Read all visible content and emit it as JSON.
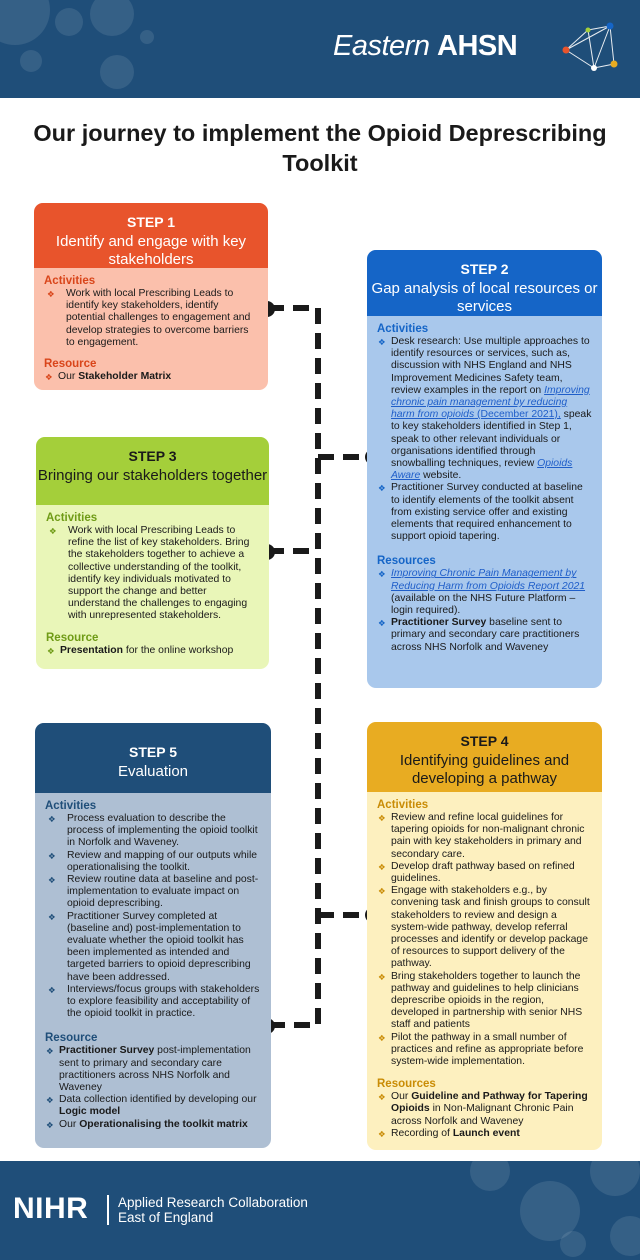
{
  "header": {
    "logo_regular": "Eastern",
    "logo_bold": "AHSN"
  },
  "title": "Our journey to implement the Opioid Deprescribing Toolkit",
  "step1": {
    "step": "STEP 1",
    "name": "Identify and engage with key stakeholders",
    "activities_title": "Activities",
    "activities": [
      "Work with local Prescribing Leads to identify key stakeholders, identify potential challenges to engagement and develop strategies to overcome barriers to engagement."
    ],
    "resource_title": "Resource",
    "resource_prefix": "Our ",
    "resource_bold": "Stakeholder Matrix"
  },
  "step2": {
    "step": "STEP 2",
    "name": "Gap analysis of local resources or services",
    "activities_title": "Activities",
    "a1_text1": "Desk research: Use multiple approaches to identify resources or services, such as, discussion with NHS England and NHS Improvement Medicines Safety team, review examples in the report on ",
    "a1_link1": "Improving chronic pain management by reducing harm from opioids",
    "a1_link1b": " (December 2021),",
    "a1_text2": " speak to key stakeholders identified in Step 1, speak to other relevant individuals  or organisations identified  through snowballing techniques, review ",
    "a1_link2": "Opioids Aware",
    "a1_text3": " website.",
    "a2": "Practitioner Survey conducted at baseline to identify elements of the toolkit absent from existing service offer and existing elements that required enhancement to support opioid tapering.",
    "resources_title": "Resources",
    "r1_link": "Improving Chronic Pain Management by Reducing Harm from Opioids Report 2021",
    "r1_text": " (available on the NHS Future Platform – login required).",
    "r2_bold": "Practitioner Survey",
    "r2_text": " baseline sent to primary and secondary care practitioners across NHS Norfolk and Waveney"
  },
  "step3": {
    "step": "STEP 3",
    "name": "Bringing our stakeholders together",
    "activities_title": "Activities",
    "activities": [
      "Work with local Prescribing  Leads to refine the list of key stakeholders. Bring the stakeholders together to achieve a collective understanding of the toolkit, identify key individuals motivated to support the change and better understand the challenges to engaging with unrepresented stakeholders."
    ],
    "resource_title": "Resource",
    "resource_bold": "Presentation",
    "resource_text": " for the online workshop"
  },
  "step4": {
    "step": "STEP 4",
    "name": "Identifying guidelines and developing a pathway",
    "activities_title": "Activities",
    "activities": [
      "Review and refine local guidelines  for tapering opioids for non-malignant chronic pain with key stakeholders in primary and secondary care.",
      "Develop draft pathway based on refined guidelines.",
      "Engage with stakeholders e.g., by convening task and finish groups to consult stakeholders to review and design a system-wide pathway, develop referral processes and identify or develop package of resources to support delivery  of the pathway.",
      "Bring stakeholders together to launch the pathway and guidelines  to help clinicians  deprescribe opioids in the region, developed in partnership with senior NHS staff and patients",
      "Pilot the pathway in a small number of practices and refine as appropriate before system-wide implementation."
    ],
    "resources_title": "Resources",
    "r1_prefix": "Our ",
    "r1_bold": "Guideline  and Pathway for Tapering Opioids",
    "r1_text": " in Non-Malignant Chronic Pain across Norfolk and Waveney",
    "r2_prefix": "Recording of ",
    "r2_bold": "Launch event"
  },
  "step5": {
    "step": "STEP 5",
    "name": "Evaluation",
    "activities_title": "Activities",
    "activities": [
      "Process evaluation to describe the process of implementing  the opioid toolkit in Norfolk and Waveney.",
      "Review and mapping of our outputs while operationalising the toolkit.",
      "Review routine data at baseline and post-implementation to evaluate impact on opioid deprescribing.",
      "Practitioner Survey completed at (baseline and) post-implementation to evaluate whether the opioid toolkit has been implemented as intended and targeted barriers to opioid deprescribing have been addressed.",
      "Interviews/focus groups with stakeholders to explore feasibility  and acceptability of the opioid toolkit in practice."
    ],
    "resource_title": "Resource",
    "r1_bold": "Practitioner Survey",
    "r1_text": " post-implementation sent to primary and secondary care practitioners across NHS Norfolk and Waveney",
    "r2_text": "Data collection identified  by developing our ",
    "r2_bold": "Logic model",
    "r3_prefix": "Our ",
    "r3_bold": "Operationalising  the toolkit matrix"
  },
  "footer": {
    "nihr": "NIHR",
    "arc_line1": "Applied Research Collaboration",
    "arc_line2": "East of England"
  },
  "colors": {
    "navy": "#1f4e79",
    "step1": "#e8542c",
    "step2": "#1565c7",
    "step3": "#a4cf3a",
    "step4": "#e8ac22",
    "connector": "#1a1a1a"
  }
}
